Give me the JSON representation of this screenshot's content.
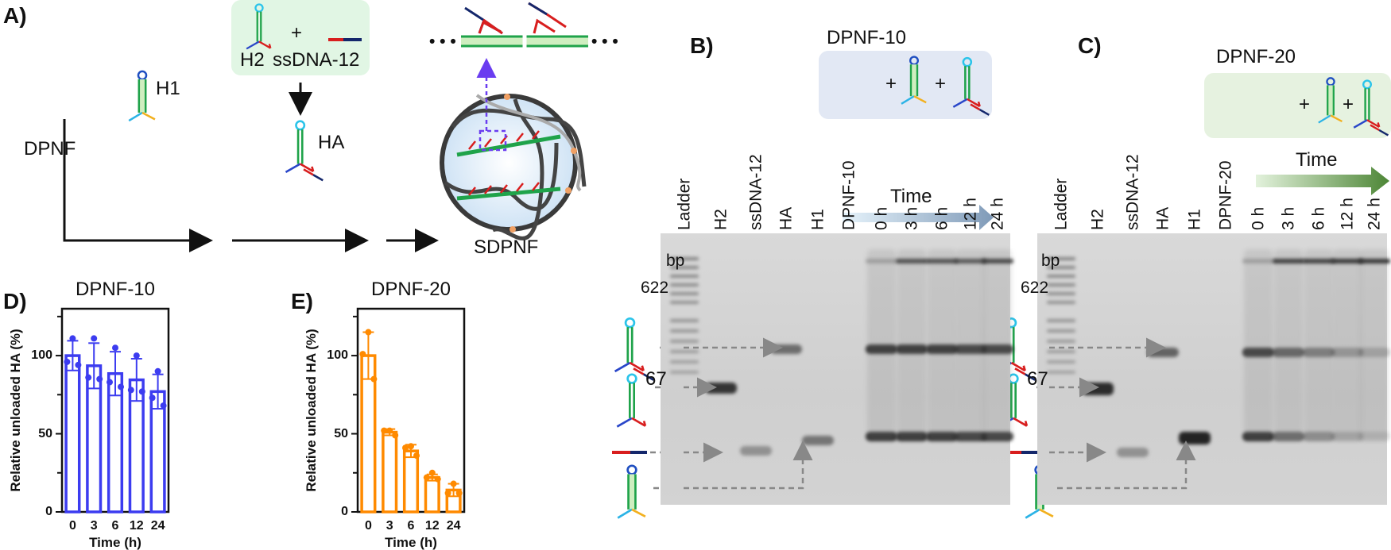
{
  "panel_a": {
    "label": "A)",
    "dpnf_label": "DPNF",
    "h1_label": "H1",
    "h2_label": "H2",
    "plus": "+",
    "ssdna_label": "ssDNA-12",
    "ha_label": "HA",
    "sdpnf_label": "SDPNF",
    "ellipsis_left": "• • •",
    "ellipsis_right": "• • •"
  },
  "panel_b": {
    "label": "B)",
    "title": "DPNF-10",
    "plus": "+",
    "time_label": "Time",
    "bp_label": "bp",
    "marker_622": "622",
    "marker_67": "67",
    "lanes": [
      "Ladder",
      "H2",
      "ssDNA-12",
      "HA",
      "H1",
      "DPNF-10",
      "0 h",
      "3 h",
      "6 h",
      "12 h",
      "24 h"
    ]
  },
  "panel_c": {
    "label": "C)",
    "title": "DPNF-20",
    "plus": "+",
    "time_label": "Time",
    "bp_label": "bp",
    "marker_622": "622",
    "marker_67": "67",
    "lanes": [
      "Ladder",
      "H2",
      "ssDNA-12",
      "HA",
      "H1",
      "DPNF-20",
      "0 h",
      "3 h",
      "6 h",
      "12 h",
      "24 h"
    ]
  },
  "panel_d": {
    "label": "D)"
  },
  "panel_e": {
    "label": "E)"
  },
  "colors": {
    "dpnf10": "#3c3cf0",
    "dpnf20": "#ff8a00",
    "time_b": "#8aa6c4",
    "time_c": "#4f8a3a"
  },
  "chart_data": [
    {
      "type": "bar",
      "title": "DPNF-10",
      "xlabel": "Time (h)",
      "ylabel": "Relative unloaded HA (%)",
      "categories": [
        "0",
        "3",
        "6",
        "12",
        "24"
      ],
      "values": [
        100,
        93.5,
        88.5,
        84.5,
        77
      ],
      "error": [
        9.5,
        14.5,
        14,
        13.5,
        11
      ],
      "points": [
        [
          111,
          96,
          94
        ],
        [
          111,
          86,
          85
        ],
        [
          105,
          83,
          80
        ],
        [
          100,
          78,
          77
        ],
        [
          90,
          73,
          68
        ]
      ],
      "yticks": [
        0,
        50,
        100
      ],
      "ylim": [
        0,
        130
      ],
      "color": "#3c3cf0",
      "grid": false
    },
    {
      "type": "bar",
      "title": "DPNF-20",
      "xlabel": "Time (h)",
      "ylabel": "Relative unloaded HA (%)",
      "categories": [
        "0",
        "3",
        "6",
        "12",
        "24"
      ],
      "values": [
        100,
        51,
        39,
        22,
        14
      ],
      "error": [
        15,
        2,
        4,
        2,
        4
      ],
      "points": [
        [
          115,
          101,
          85
        ],
        [
          52,
          52,
          49
        ],
        [
          42,
          41,
          36
        ],
        [
          25,
          22,
          21
        ],
        [
          18,
          12,
          12
        ]
      ],
      "yticks": [
        0,
        50,
        100
      ],
      "ylim": [
        0,
        130
      ],
      "color": "#ff8a00",
      "grid": false
    }
  ]
}
